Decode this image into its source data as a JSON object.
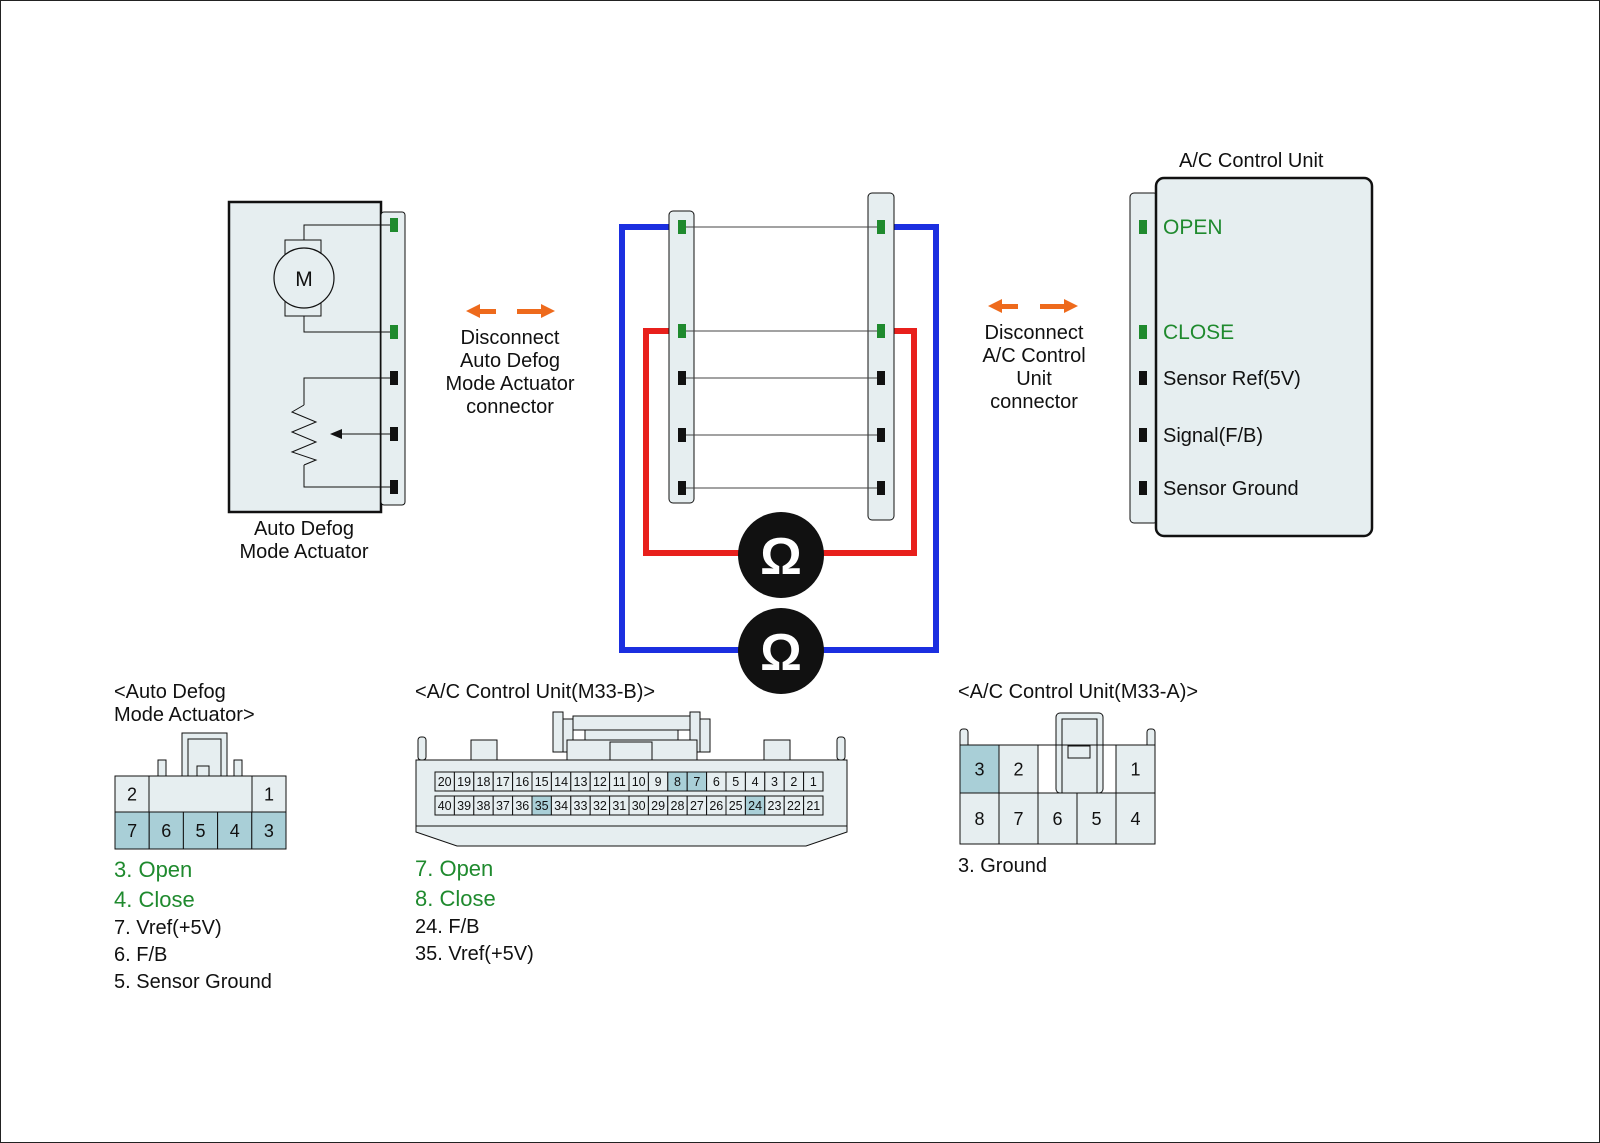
{
  "actuator": {
    "label_line1": "Auto Defog",
    "label_line2": "Mode Actuator",
    "motor_symbol": "M"
  },
  "disconnect_left": {
    "lines": [
      "Disconnect",
      "Auto Defog",
      "Mode Actuator",
      "connector"
    ]
  },
  "disconnect_right": {
    "lines": [
      "Disconnect",
      "A/C Control",
      "Unit",
      "connector"
    ]
  },
  "acu": {
    "title": "A/C Control Unit",
    "pins": [
      {
        "label": "OPEN",
        "color": "#1f8a2e"
      },
      {
        "label": "CLOSE",
        "color": "#1f8a2e"
      },
      {
        "label": "Sensor Ref(5V)",
        "color": "#111111"
      },
      {
        "label": "Signal(F/B)",
        "color": "#111111"
      },
      {
        "label": "Sensor Ground",
        "color": "#111111"
      }
    ]
  },
  "meters": {
    "symbol": "Ω",
    "lead_colors": [
      "#e8201c",
      "#1b2fe0"
    ]
  },
  "conn_actuator": {
    "title_line1": "<Auto Defog",
    "title_line2": "Mode Actuator>",
    "top_pins": [
      "2",
      "1"
    ],
    "bottom_pins": [
      "7",
      "6",
      "5",
      "4",
      "3"
    ],
    "legend": [
      {
        "text": "3. Open",
        "highlight": true
      },
      {
        "text": "4. Close",
        "highlight": true
      },
      {
        "text": "7. Vref(+5V)",
        "highlight": false
      },
      {
        "text": "6. F/B",
        "highlight": false
      },
      {
        "text": "5. Sensor Ground",
        "highlight": false
      }
    ]
  },
  "conn_m33b": {
    "title": "<A/C Control Unit(M33-B)>",
    "row1": [
      "20",
      "19",
      "18",
      "17",
      "16",
      "15",
      "14",
      "13",
      "12",
      "11",
      "10",
      "9",
      "8",
      "7",
      "6",
      "5",
      "4",
      "3",
      "2",
      "1"
    ],
    "row2": [
      "40",
      "39",
      "38",
      "37",
      "36",
      "35",
      "34",
      "33",
      "32",
      "31",
      "30",
      "29",
      "28",
      "27",
      "26",
      "25",
      "24",
      "23",
      "22",
      "21"
    ],
    "highlighted": [
      "8",
      "7",
      "35",
      "24"
    ],
    "legend": [
      {
        "text": "7. Open",
        "highlight": true
      },
      {
        "text": "8. Close",
        "highlight": true
      },
      {
        "text": "24. F/B",
        "highlight": false
      },
      {
        "text": "35. Vref(+5V)",
        "highlight": false
      }
    ]
  },
  "conn_m33a": {
    "title": "<A/C Control Unit(M33-A)>",
    "top_pins": [
      "3",
      "2",
      "1"
    ],
    "bottom_pins": [
      "8",
      "7",
      "6",
      "5",
      "4"
    ],
    "highlighted": [
      "3"
    ],
    "legend": [
      {
        "text": "3. Ground",
        "highlight": false
      }
    ]
  },
  "colors": {
    "pin_green": "#1f8a2e",
    "pin_black": "#111111",
    "panel_fill": "#e6eef0",
    "highlight_cell": "#a9cfd7",
    "arrow_orange": "#ee6a1c"
  }
}
